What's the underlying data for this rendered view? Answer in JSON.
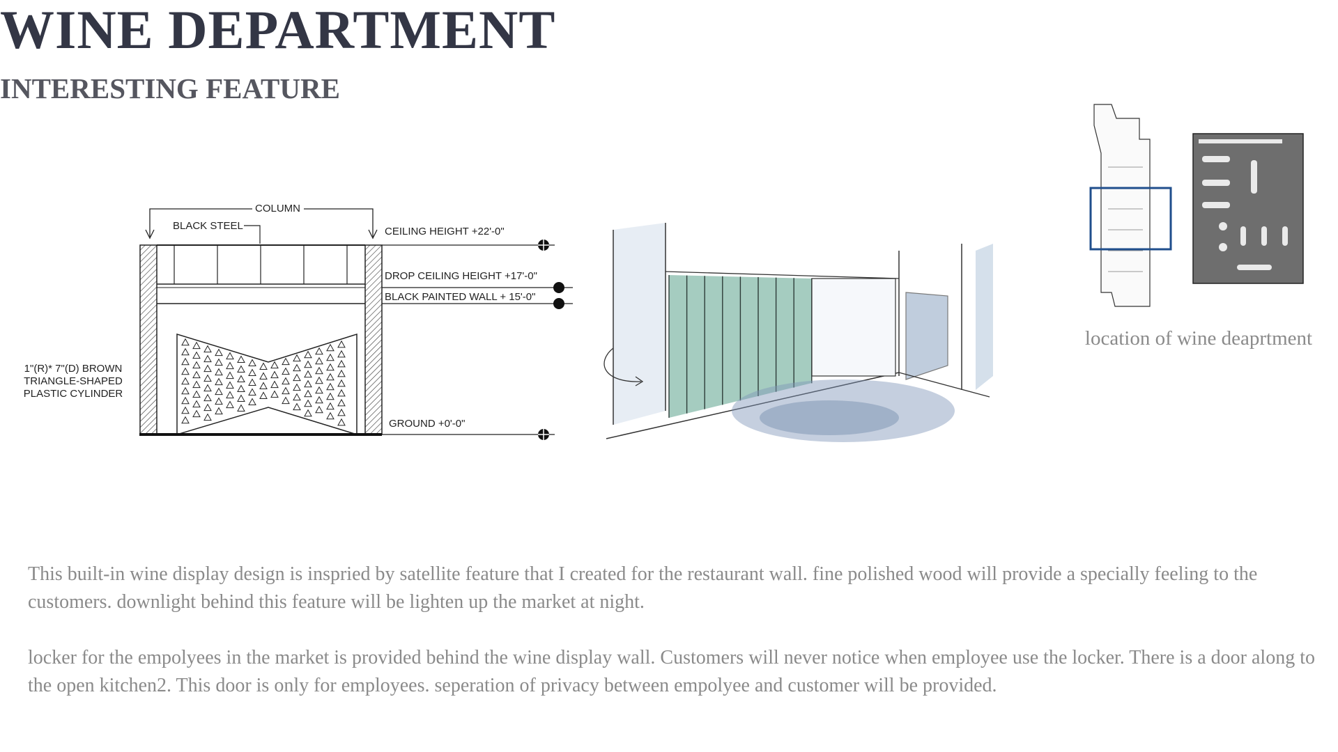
{
  "header": {
    "title": "WINE DEPARTMENT",
    "subtitle": "INTERESTING FEATURE"
  },
  "elevation": {
    "column_label": "COLUMN",
    "black_steel_label": "BLACK STEEL",
    "ceiling_height_label": "CEILING HEIGHT +22'-0\"",
    "drop_ceiling_label": "DROP CEILING HEIGHT +17'-0\"",
    "black_wall_label": "BLACK PAINTED WALL + 15'-0\"",
    "ground_label": "GROUND +0'-0\"",
    "material_note_lines": [
      "1\"(R)* 7\"(D) BROWN",
      "TRIANGLE-SHAPED",
      "PLASTIC CYLINDER"
    ]
  },
  "location": {
    "caption": "location of wine deaprtment"
  },
  "description": {
    "paragraph1": "This built-in wine display design is inspried by satellite feature that I created for the restaurant wall. fine polished wood will provide a specially feeling to the customers. downlight behind this feature will be lighten up the market at night.",
    "paragraph2": "locker for the empolyees in the market is provided behind the wine display wall. Customers will never notice when employee use the locker. There is a door along to the open kitchen2. This door is only for employees. seperation of privacy between empolyee and customer will be provided."
  },
  "colors": {
    "title": "#333645",
    "body_text": "#8a8a8a",
    "locker_green": "#8fbfb0",
    "highlight_box": "#1f4e8c"
  }
}
